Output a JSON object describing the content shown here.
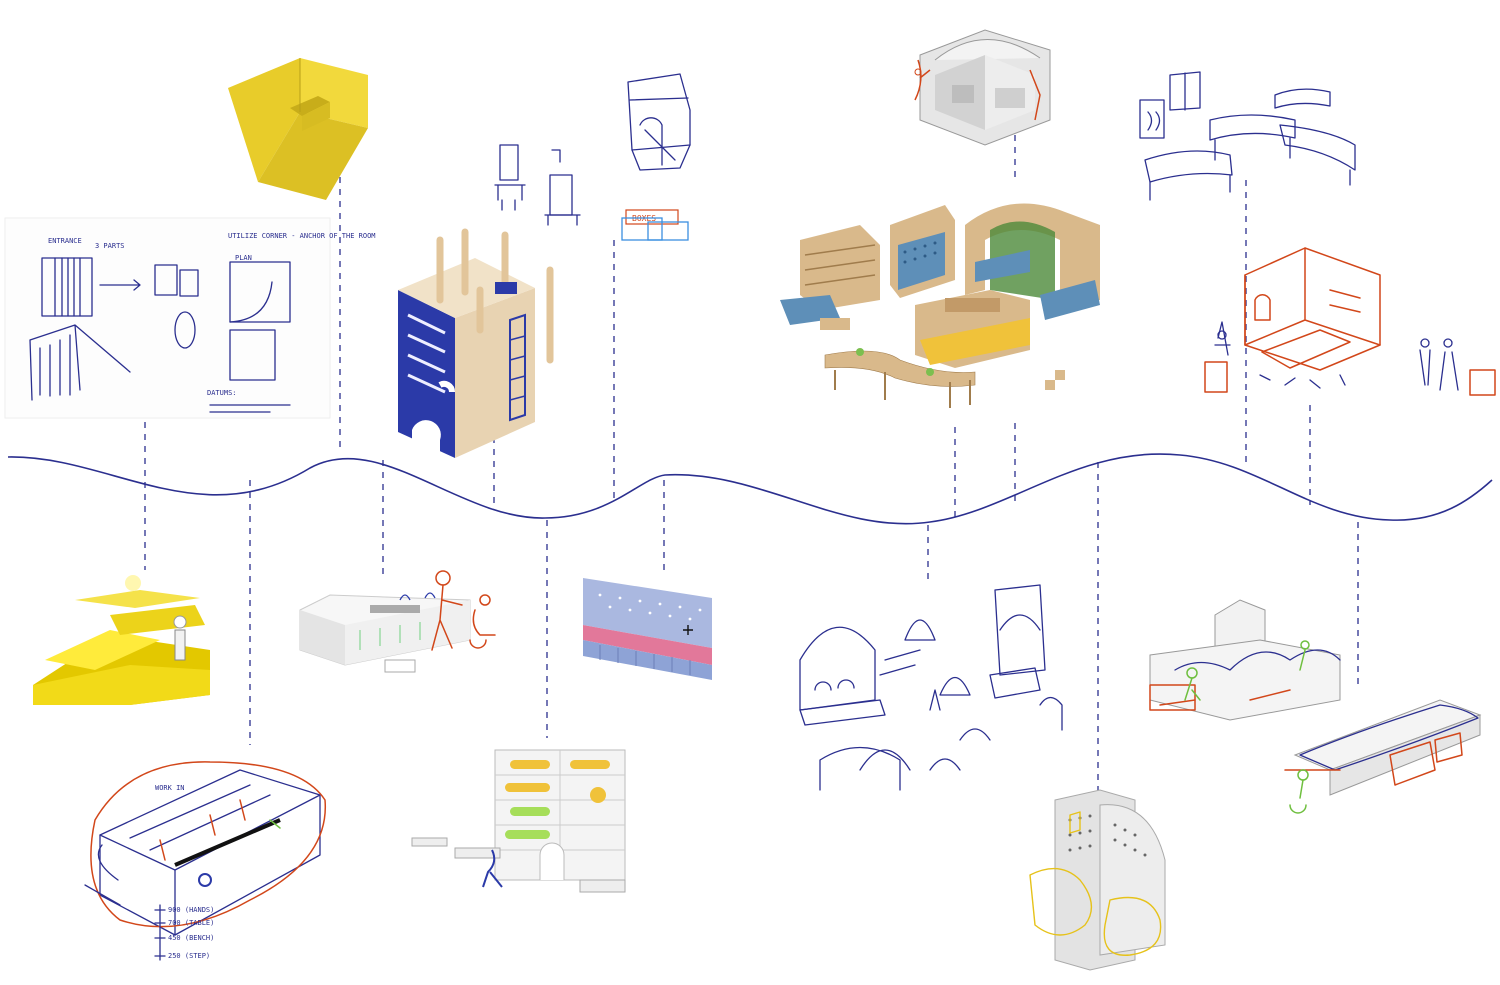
{
  "timeline": {
    "line_color": "#2b2f8f"
  },
  "palette": {
    "yellow": "#f2d21a",
    "navy": "#2b3aa8",
    "orange": "#d2471a",
    "green": "#6fbf3f",
    "pink": "#e08aa8",
    "wood": "#d9b98b"
  },
  "annotations": {
    "entrance_label": "ENTRANCE",
    "parts_label": "3 PARTS",
    "plan_label": "PLAN",
    "datums_label": "DATUMS:",
    "room_heading": "UTILIZE CORNER - ANCHOR OF THE ROOM",
    "boxes_label": "BOXES",
    "work_label": "WORK IN",
    "dim_900": "900 (HANDS)",
    "dim_700": "700 (TABLE)",
    "dim_450": "450 (BENCH)",
    "dim_250": "250 (STEP)"
  }
}
